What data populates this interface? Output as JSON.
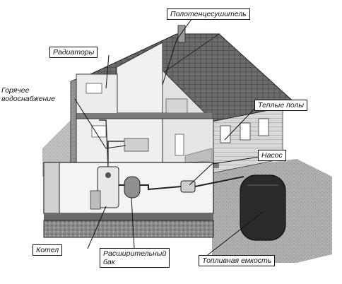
{
  "diagram": {
    "labels": {
      "towel_dryer": "Полотенцесушитель",
      "radiators": "Радиаторы",
      "hot_water_line1": "Горячее",
      "hot_water_line2": "водоснабжение",
      "warm_floors": "Теплые полы",
      "pump": "Насос",
      "boiler": "Котел",
      "expansion_tank_line1": "Расширительный",
      "expansion_tank_line2": "бак",
      "fuel_tank": "Топливная емкость"
    }
  }
}
